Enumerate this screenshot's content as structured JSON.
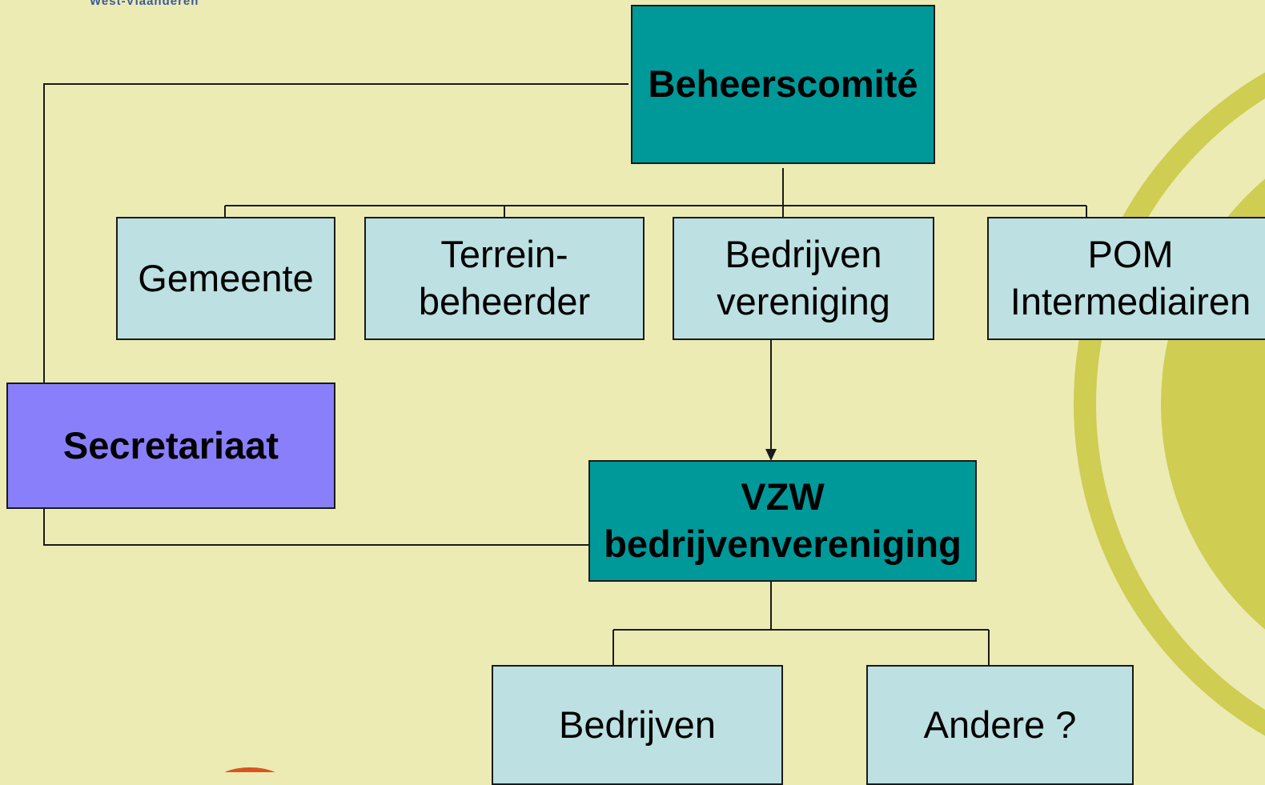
{
  "logo": {
    "text": "West-Vlaanderen"
  },
  "nodes": {
    "beheerscomite": "Beheerscomité",
    "gemeente": "Gemeente",
    "terreinbeheerder": "Terrein-\nbeheerder",
    "bedrijvenvereniging": "Bedrijven\nvereniging",
    "pom": "POM\nIntermediairen",
    "secretariaat": "Secretariaat",
    "vzw": "VZW\nbedrijvenvereniging",
    "bedrijven": "Bedrijven",
    "andere": "Andere ?"
  },
  "colors": {
    "background": "#ecebb4",
    "teal": "#00999a",
    "light": "#bde0e2",
    "purple": "#8a7ffa",
    "decor_circle": "#cfcd52",
    "decor_orange": "#d9541e"
  }
}
